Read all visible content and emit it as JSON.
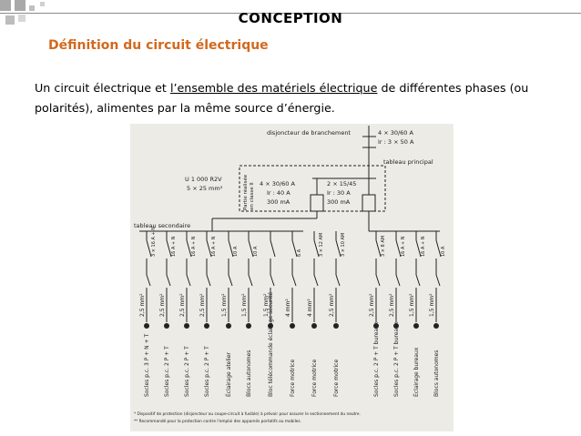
{
  "slide": {
    "title": "CONCEPTION",
    "subtitle": "Définition du circuit électrique",
    "body_part1": "Un circuit électrique et ",
    "body_underlined": "l’ensemble des matériels électrique",
    "body_part2": " de différentes phases (ou polarités), alimentes par la même source d’énergie."
  },
  "diagram": {
    "labels": {
      "disjoncteur": "disjoncteur de branchement",
      "main_rating_1": "4 × 30/60 A",
      "main_rating_2": "Ir : 3 × 50 A",
      "tableau_principal": "tableau principal",
      "cable_1": "U 1 000 R2V",
      "cable_2": "5 × 25 mm²",
      "partie_1": "Partie réalisée",
      "partie_2": "en classe II",
      "diff1_1": "4 × 30/60 A",
      "diff1_2": "Ir : 40 A",
      "diff1_3": "300 mA",
      "diff2_1": "2 × 15/45",
      "diff2_2": "Ir : 30 A",
      "diff2_3": "300 mA",
      "tableau_secondaire": "tableau secondaire"
    },
    "circuits": [
      {
        "section": "2,5 mm²",
        "dest": "Socles p.c. 3 P + N + T"
      },
      {
        "section": "2,5 mm²",
        "dest": "Socles p.c. 2 P + T"
      },
      {
        "section": "2,5 mm²",
        "dest": "Socles p.c. 2 P + T"
      },
      {
        "section": "2,5 mm²",
        "dest": "Socles p.c. 2 P + T"
      },
      {
        "section": "1,5 mm²",
        "dest": "Éclairage atelier"
      },
      {
        "section": "1,5 mm²",
        "dest": "Blocs autonomes"
      },
      {
        "section": "1,5 mm²",
        "dest": "Bloc télécommande éclairage sécurité"
      },
      {
        "section": "4 mm²",
        "dest": "Force motrice"
      },
      {
        "section": "4 mm²",
        "dest": "Force motrice"
      },
      {
        "section": "2,5 mm²",
        "dest": "Force motrice"
      },
      {
        "section": "2,5 mm²",
        "dest": "Socles p.c. 2 P + T bureaux"
      },
      {
        "section": "2,5 mm²",
        "dest": "Socles p.c. 2 P + T bureaux"
      },
      {
        "section": "1,5 mm²",
        "dest": "Éclairage bureaux"
      },
      {
        "section": "1,5 mm²",
        "dest": "Blocs autonomes"
      }
    ],
    "breaker_ratings": [
      "3 × 16 A + N",
      "16 A + N",
      "16 A + N",
      "16 A + N",
      "10 A",
      "10 A",
      "",
      "6 A",
      "3 × 12 AM",
      "3 × 10 AM",
      "3 × 8 AM",
      "16 A + N",
      "16 A + N",
      "10 A"
    ],
    "footnote_1": "* Dispositif de protection (disjoncteur ou coupe-circuit à fusible) à prévoir pour assurer le sectionnement du neutre.",
    "footnote_2": "** Recommandé pour la protection contre l'emploi des appareils portatifs ou mobiles."
  }
}
